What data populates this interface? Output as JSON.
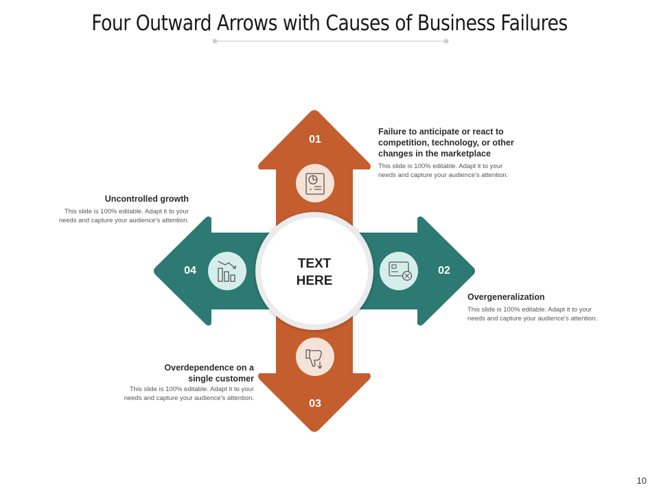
{
  "title": "Four Outward Arrows with Causes of Business Failures",
  "center": {
    "line1": "TEXT",
    "line2": "HERE"
  },
  "colors": {
    "orange": "#C45E2E",
    "teal": "#2C7A73",
    "orange_icon_bg": "#F6E3D7",
    "teal_icon_bg": "#D6EEEB"
  },
  "arrows": [
    {
      "number": "01",
      "color": "orange",
      "icon": "document-chart-icon"
    },
    {
      "number": "02",
      "color": "teal",
      "icon": "credit-card-cancel-icon"
    },
    {
      "number": "03",
      "color": "orange",
      "icon": "thumbs-down-icon"
    },
    {
      "number": "04",
      "color": "teal",
      "icon": "declining-chart-icon"
    }
  ],
  "items": [
    {
      "heading_lines": [
        "Failure to anticipate or react to",
        "competition, technology, or other",
        "changes in the marketplace"
      ],
      "desc_lines": [
        "This slide is 100% editable.  Adapt it to your",
        "needs and capture your audience's attention."
      ]
    },
    {
      "heading_lines": [
        "Overgeneralization"
      ],
      "desc_lines": [
        "This slide is 100% editable.  Adapt it to your",
        "needs and capture your audience's attention."
      ]
    },
    {
      "heading_lines": [
        "Overdependence on a",
        "single customer"
      ],
      "desc_lines": [
        "This slide is 100% editable.  Adapt it to your",
        "needs and capture your audience's attention."
      ]
    },
    {
      "heading_lines": [
        "Uncontrolled growth"
      ],
      "desc_lines": [
        "This slide is 100% editable.  Adapt it to your",
        "needs and capture your audience's attention."
      ]
    }
  ],
  "page_number": "10"
}
